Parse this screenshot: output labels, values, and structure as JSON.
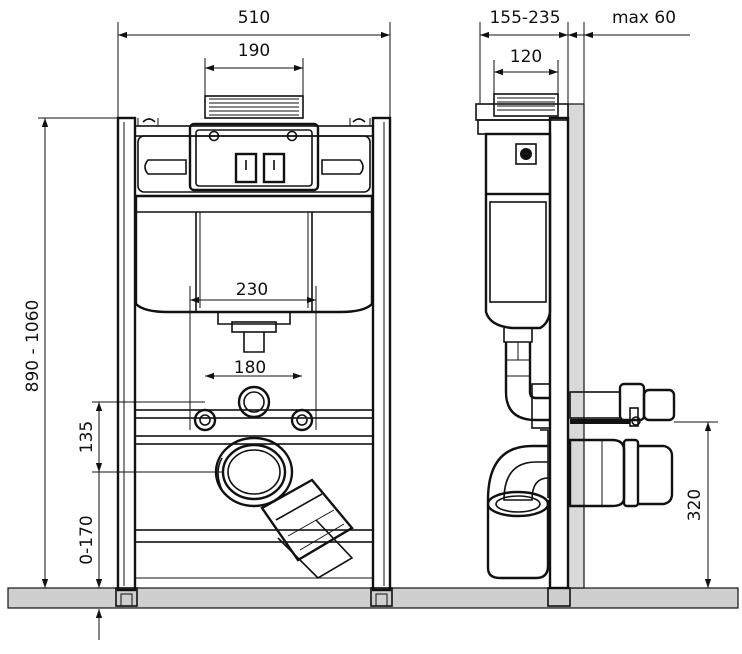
{
  "front_view": {
    "overall_width": "510",
    "panel_width": "190",
    "tank_width": "230",
    "bolt_spacing": "180",
    "drain_height": "135",
    "floor_adjust": "0-170",
    "total_height": "890 - 1060"
  },
  "side_view": {
    "depth_range": "155-235",
    "wall_offset": "max 60",
    "panel_depth": "120",
    "outlet_height": "320"
  }
}
